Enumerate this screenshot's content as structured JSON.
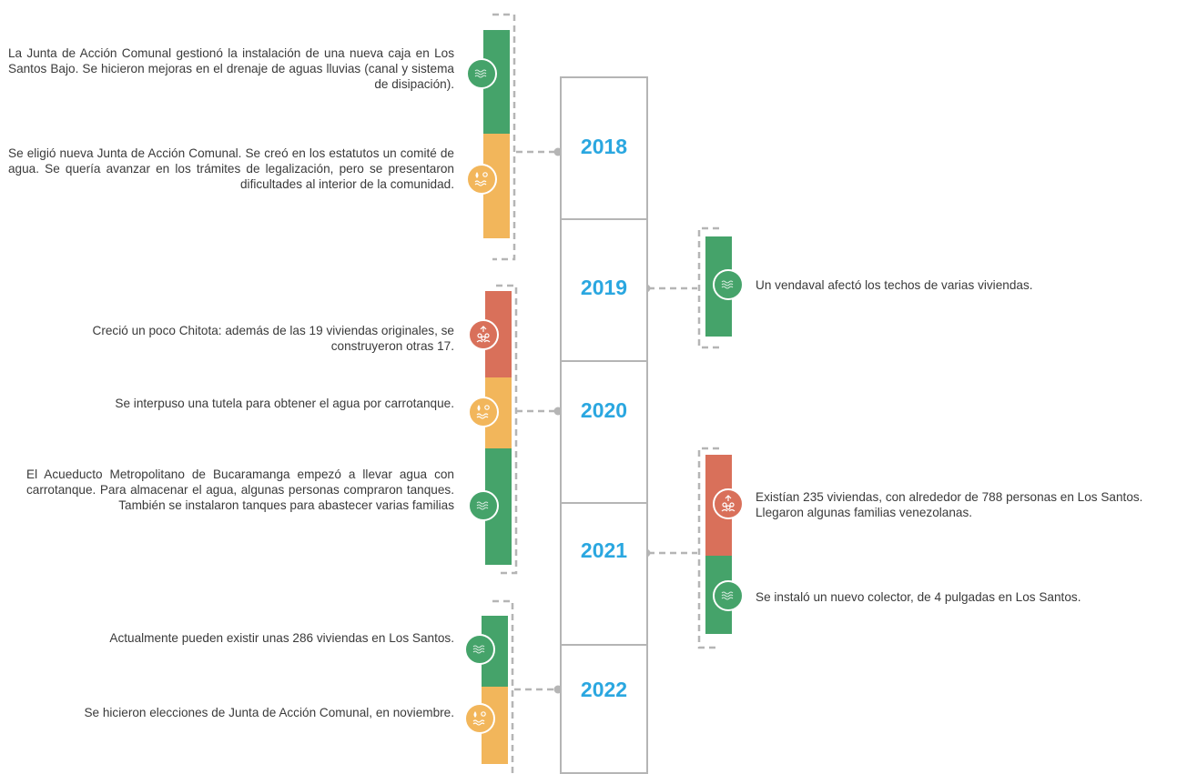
{
  "years": [
    "2018",
    "2019",
    "2020",
    "2021",
    "2022"
  ],
  "events": {
    "e2018_1": "La Junta de Acción Comunal gestionó la instalación de una nueva caja en Los Santos Bajo. Se hicieron mejoras en el drenaje de aguas lluvias (canal y sistema de disipación).",
    "e2018_2": "Se eligió nueva Junta de Acción Comunal. Se creó en los estatutos un comité de agua. Se quería avanzar en los trámites de legalización, pero se presentaron dificultades al interior de la comunidad.",
    "e2019_1": "Un vendaval afectó los techos de varias viviendas.",
    "e2020_1": "Creció un poco Chitota: además de las 19 viviendas originales, se construyeron otras 17.",
    "e2020_2": "Se interpuso una tutela para obtener el agua por carrotanque.",
    "e2020_3": "El Acueducto Metropolitano de Bucaramanga empezó a llevar agua con  carrotanque. Para almacenar el agua, algunas personas compraron tanques. También se instalaron tanques para abastecer varias familias",
    "e2021_1": "Existían 235 viviendas, con alrededor de 788 personas en Los Santos. Llegaron algunas familias venezolanas.",
    "e2021_2": "Se instaló un nuevo colector, de 4 pulgadas en Los Santos.",
    "e2022_1": "Actualmente pueden existir unas 286 viviendas en Los Santos.",
    "e2022_2": "Se hicieron elecciones de Junta de Acción Comunal, en noviembre."
  },
  "colors": {
    "green": "#45a36a",
    "orange": "#f2b65b",
    "red": "#d9705a",
    "year_text": "#2aa7e0",
    "frame": "#b5b5b5"
  },
  "icons": {
    "green": "water-waves-icon",
    "orange": "water-drop-sun-icon",
    "red": "population-growth-icon"
  }
}
